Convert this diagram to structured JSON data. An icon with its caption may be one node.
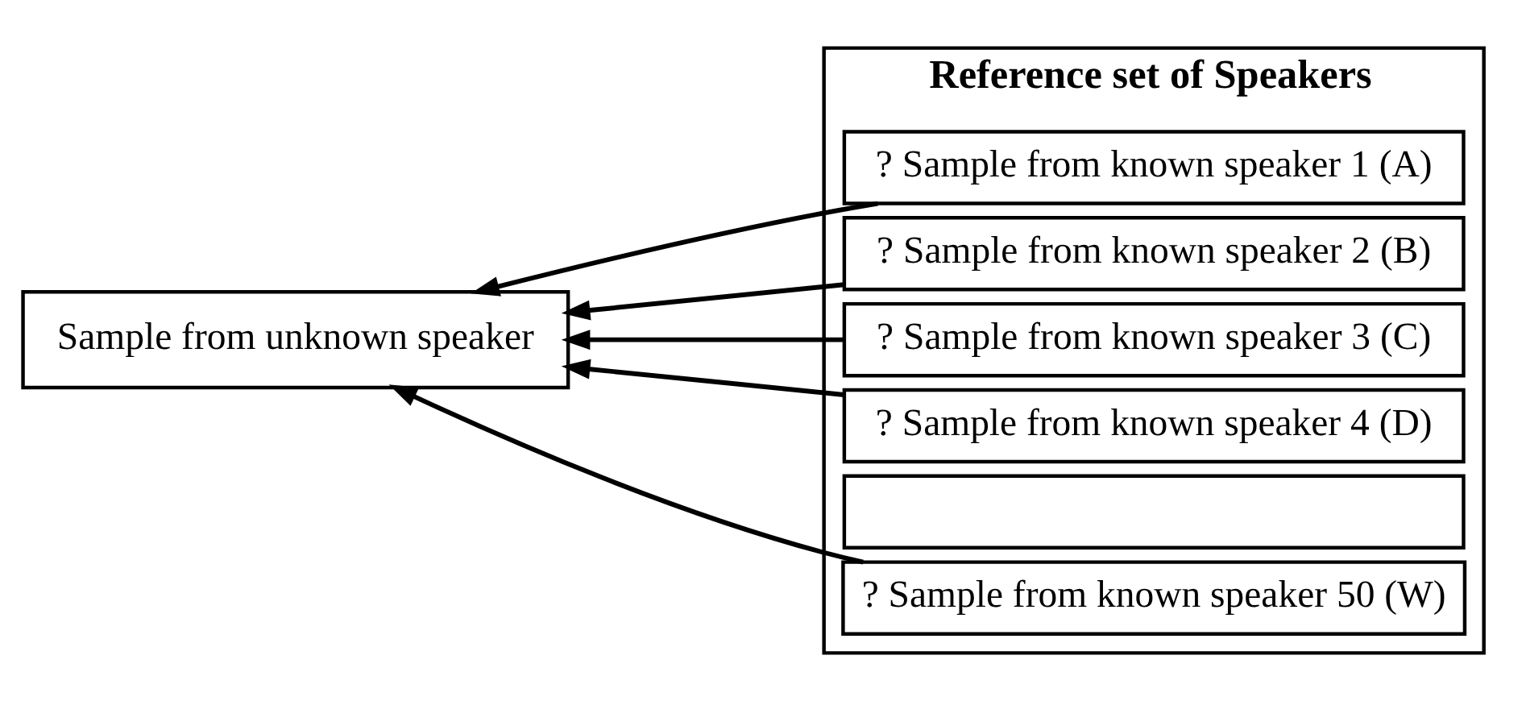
{
  "diagram": {
    "nodes": [
      {
        "text": [
          "Sample from unknown speaker"
        ]
      },
      {
        "text": [
          "Reference set of Speakers"
        ]
      },
      {
        "text": [
          "? Sample from known speaker 1 (A)"
        ],
        "in": 1
      },
      {
        "text": [
          "? Sample from known speaker 2 (B)"
        ],
        "in": 1
      },
      {
        "text": [
          "? Sample from known speaker 3 (C)"
        ],
        "in": 1
      },
      {
        "text": [
          "? Sample from known speaker 4 (D)"
        ],
        "in": 1
      },
      {
        "text": [],
        "shape": "box",
        "in": 1
      },
      {
        "text": [
          "? Sample from known speaker 50 (W)"
        ],
        "in": 1
      }
    ],
    "edges": [
      {
        "from": 2,
        "to": 0,
        "arrow": "to"
      },
      {
        "from": 3,
        "to": 0,
        "arrow": "to"
      },
      {
        "from": 4,
        "to": 0,
        "arrow": "to"
      },
      {
        "from": 5,
        "to": 0,
        "arrow": "to"
      },
      {
        "from": 7,
        "to": 0,
        "arrow": "to"
      }
    ]
  }
}
